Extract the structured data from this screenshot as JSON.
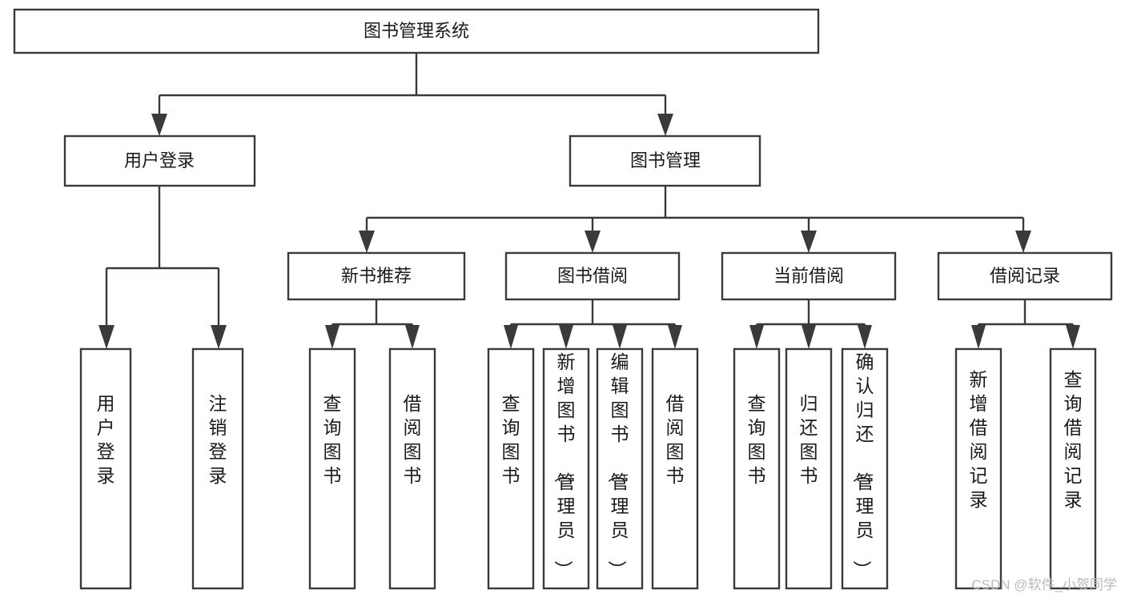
{
  "diagram": {
    "title_node": {
      "id": "root",
      "label": "图书管理系统"
    },
    "level2": [
      {
        "id": "user-login",
        "label": "用户登录"
      },
      {
        "id": "book-manage",
        "label": "图书管理"
      }
    ],
    "level3": [
      {
        "id": "new-book-recommend",
        "label": "新书推荐"
      },
      {
        "id": "book-borrow",
        "label": "图书借阅"
      },
      {
        "id": "current-borrow",
        "label": "当前借阅"
      },
      {
        "id": "borrow-record",
        "label": "借阅记录"
      }
    ],
    "leaves": {
      "user-login": [
        {
          "id": "leaf-user-login",
          "label": "用户登录"
        },
        {
          "id": "leaf-logout-login",
          "label": "注销登录"
        }
      ],
      "new-book-recommend": [
        {
          "id": "leaf-query-book-1",
          "label": "查询图书"
        },
        {
          "id": "leaf-borrow-book-1",
          "label": "借阅图书"
        }
      ],
      "book-borrow": [
        {
          "id": "leaf-query-book-2",
          "label": "查询图书"
        },
        {
          "id": "leaf-add-book",
          "label": "新增图书（管理员）"
        },
        {
          "id": "leaf-edit-book",
          "label": "编辑图书（管理员）"
        },
        {
          "id": "leaf-borrow-book-2",
          "label": "借阅图书"
        }
      ],
      "current-borrow": [
        {
          "id": "leaf-query-book-3",
          "label": "查询图书"
        },
        {
          "id": "leaf-return-book",
          "label": "归还图书"
        },
        {
          "id": "leaf-confirm-return",
          "label": "确认归还（管理员）"
        }
      ],
      "borrow-record": [
        {
          "id": "leaf-add-record",
          "label": "新增借阅记录"
        },
        {
          "id": "leaf-query-record",
          "label": "查询借阅记录"
        }
      ]
    },
    "colors": {
      "stroke": "#3a3a3a",
      "fill": "#ffffff",
      "text": "#1a1a1a",
      "watermark": "#b9b9b9"
    }
  },
  "watermark": {
    "text": "CSDN @软件_小贺同学"
  }
}
